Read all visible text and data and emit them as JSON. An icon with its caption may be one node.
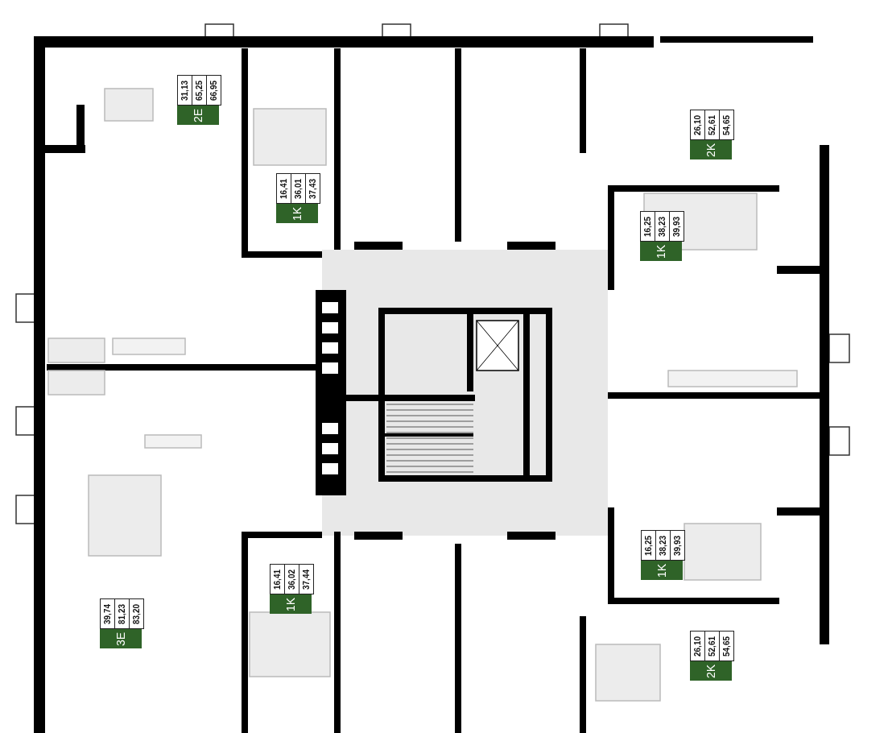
{
  "diagram": {
    "nodes": [
      {
        "text": [
          "31,13",
          "65,25",
          "66,95",
          "2E"
        ]
      },
      {
        "text": [
          "26,10",
          "52,61",
          "54,65",
          "2K"
        ]
      },
      {
        "text": [
          "16,41",
          "36,01",
          "37,43",
          "1K"
        ]
      },
      {
        "text": [
          "16,25",
          "38,23",
          "39,93",
          "1K"
        ]
      },
      {
        "text": [
          "16,25",
          "38,23",
          "39,93",
          "1K"
        ]
      },
      {
        "text": [
          "16,41",
          "36,02",
          "37,44",
          "1K"
        ]
      },
      {
        "text": [
          "39,74",
          "81,23",
          "83,20",
          "3E"
        ]
      },
      {
        "text": [
          "26,10",
          "52,61",
          "54,65",
          "2K"
        ]
      }
    ]
  }
}
